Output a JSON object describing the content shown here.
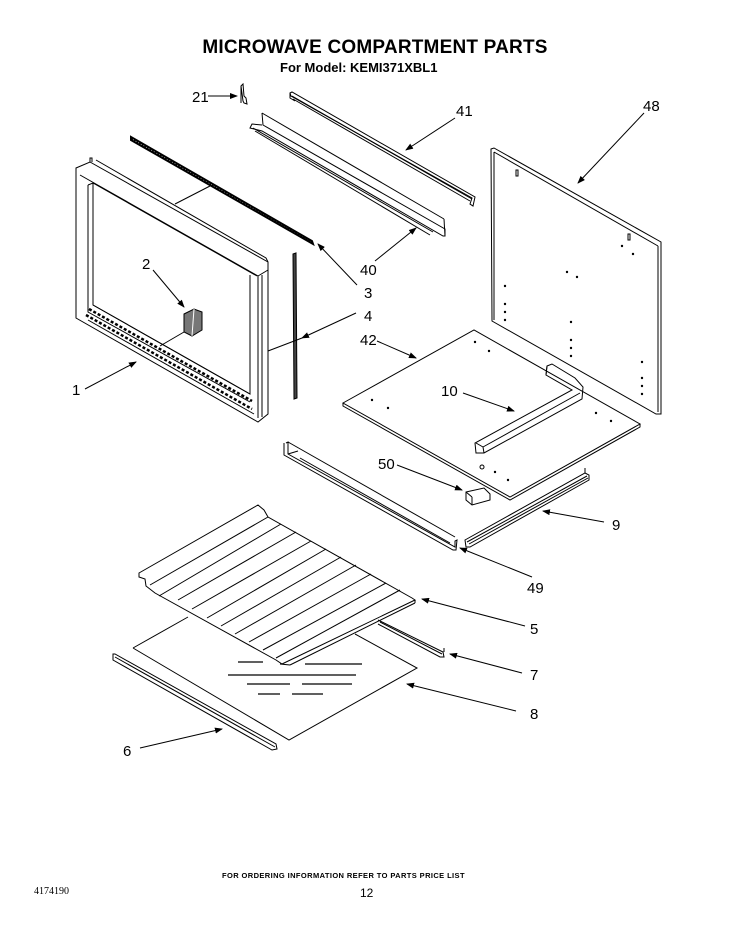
{
  "header": {
    "title": "MICROWAVE COMPARTMENT PARTS",
    "subtitle": "For Model: KEMI371XBL1"
  },
  "diagram": {
    "callouts": [
      {
        "id": "1",
        "label": "1"
      },
      {
        "id": "2",
        "label": "2"
      },
      {
        "id": "3",
        "label": "3"
      },
      {
        "id": "4",
        "label": "4"
      },
      {
        "id": "5",
        "label": "5"
      },
      {
        "id": "6",
        "label": "6"
      },
      {
        "id": "7",
        "label": "7"
      },
      {
        "id": "8",
        "label": "8"
      },
      {
        "id": "9",
        "label": "9"
      },
      {
        "id": "10",
        "label": "10"
      },
      {
        "id": "21",
        "label": "21"
      },
      {
        "id": "40",
        "label": "40"
      },
      {
        "id": "41",
        "label": "41"
      },
      {
        "id": "42",
        "label": "42"
      },
      {
        "id": "48",
        "label": "48"
      },
      {
        "id": "49",
        "label": "49"
      },
      {
        "id": "50",
        "label": "50"
      }
    ]
  },
  "footer": {
    "note": "FOR ORDERING INFORMATION REFER TO PARTS PRICE LIST",
    "doc_number": "4174190",
    "page_number": "12"
  }
}
